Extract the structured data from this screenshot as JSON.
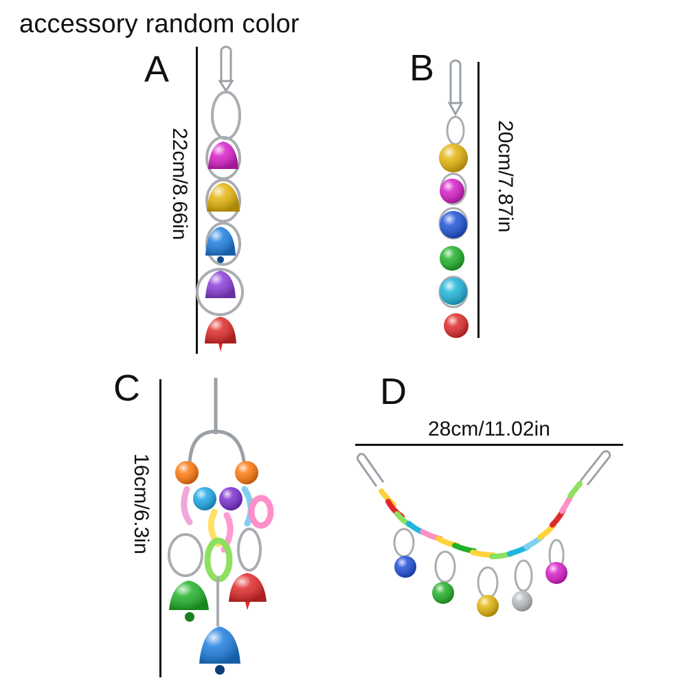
{
  "header": {
    "title": "accessory random color"
  },
  "items": [
    {
      "letter": "A",
      "dimension": "22cm/8.66in"
    },
    {
      "letter": "B",
      "dimension": "20cm/7.87in"
    },
    {
      "letter": "C",
      "dimension": "16cm/6.3in"
    },
    {
      "letter": "D",
      "dimension": "28cm/11.02in"
    }
  ],
  "colors": {
    "magenta": "#d81fc8",
    "gold": "#e3b40c",
    "blue": "#1f7fe0",
    "purple": "#8b3fd8",
    "red": "#e02a2a",
    "green": "#22b12a",
    "cyan": "#1fb6dc",
    "orange": "#ff7a10",
    "silver": "#b8bcc2"
  }
}
